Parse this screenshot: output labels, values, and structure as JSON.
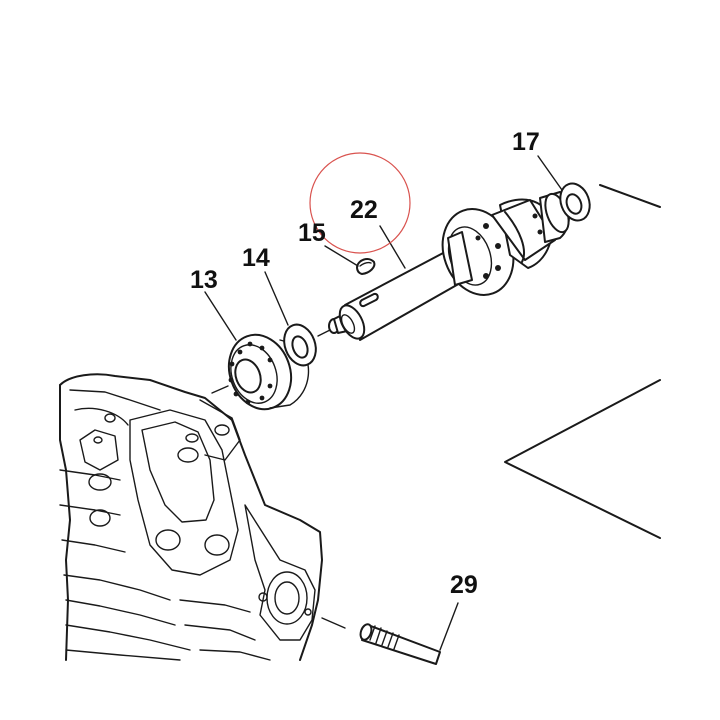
{
  "callouts": [
    {
      "id": "13",
      "text": "13"
    },
    {
      "id": "14",
      "text": "14"
    },
    {
      "id": "15",
      "text": "15"
    },
    {
      "id": "17",
      "text": "17"
    },
    {
      "id": "22",
      "text": "22"
    },
    {
      "id": "29",
      "text": "29"
    }
  ],
  "colors": {
    "line": "#1a1a1a",
    "highlight_circle": "#d9534f",
    "background": "#ffffff"
  }
}
